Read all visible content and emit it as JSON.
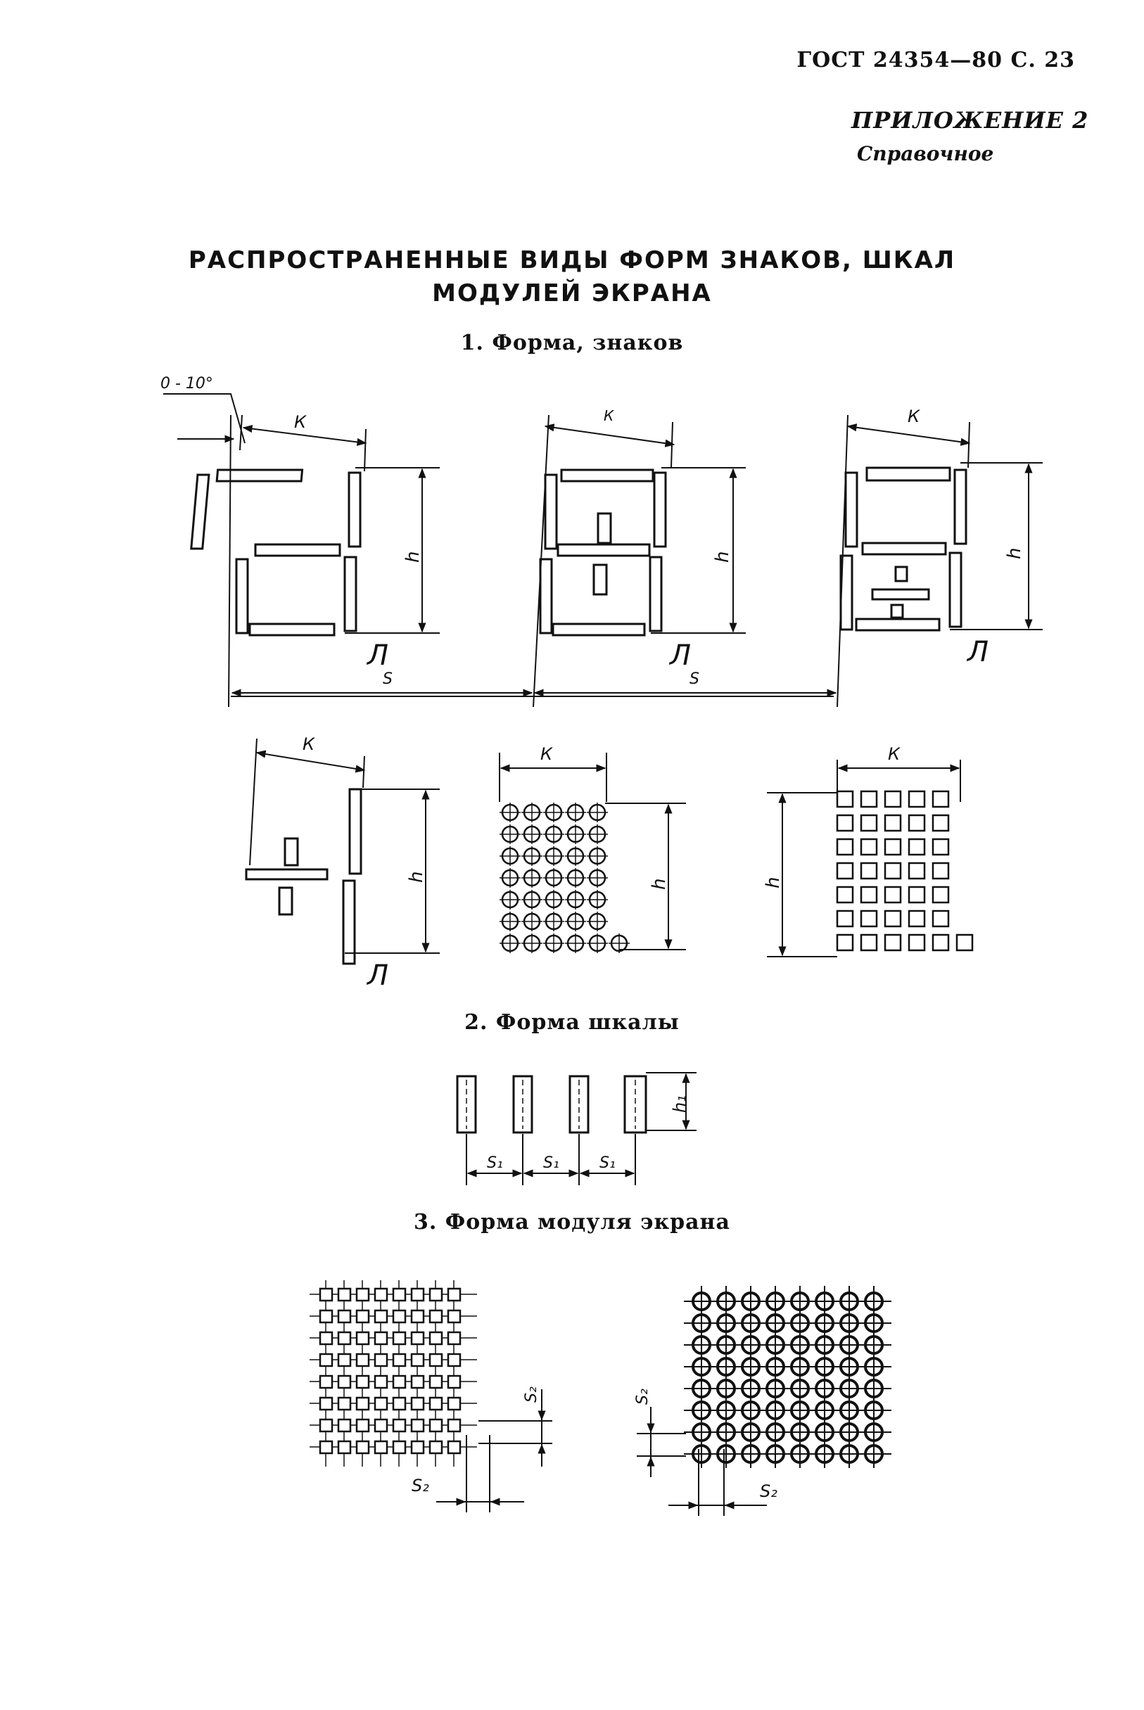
{
  "header": {
    "standard": "ГОСТ 24354—80 С. 23"
  },
  "appendix": {
    "label": "ПРИЛОЖЕНИЕ 2",
    "type": "Справочное"
  },
  "title": {
    "line1": "РАСПРОСТРАНЕННЫЕ ВИДЫ ФОРМ ЗНАКОВ, ШКАЛ",
    "line2": "МОДУЛЕЙ ЭКРАНА"
  },
  "sections": {
    "s1": "1. Форма, знаков",
    "s2": "2. Форма шкалы",
    "s3": "3. Форма модуля экрана"
  },
  "labels": {
    "angle": "0 - 10°",
    "k": "К",
    "h": "h",
    "h1": "h₁",
    "s": "S",
    "s1": "S₁",
    "s2": "S₂",
    "seg": "Л"
  }
}
